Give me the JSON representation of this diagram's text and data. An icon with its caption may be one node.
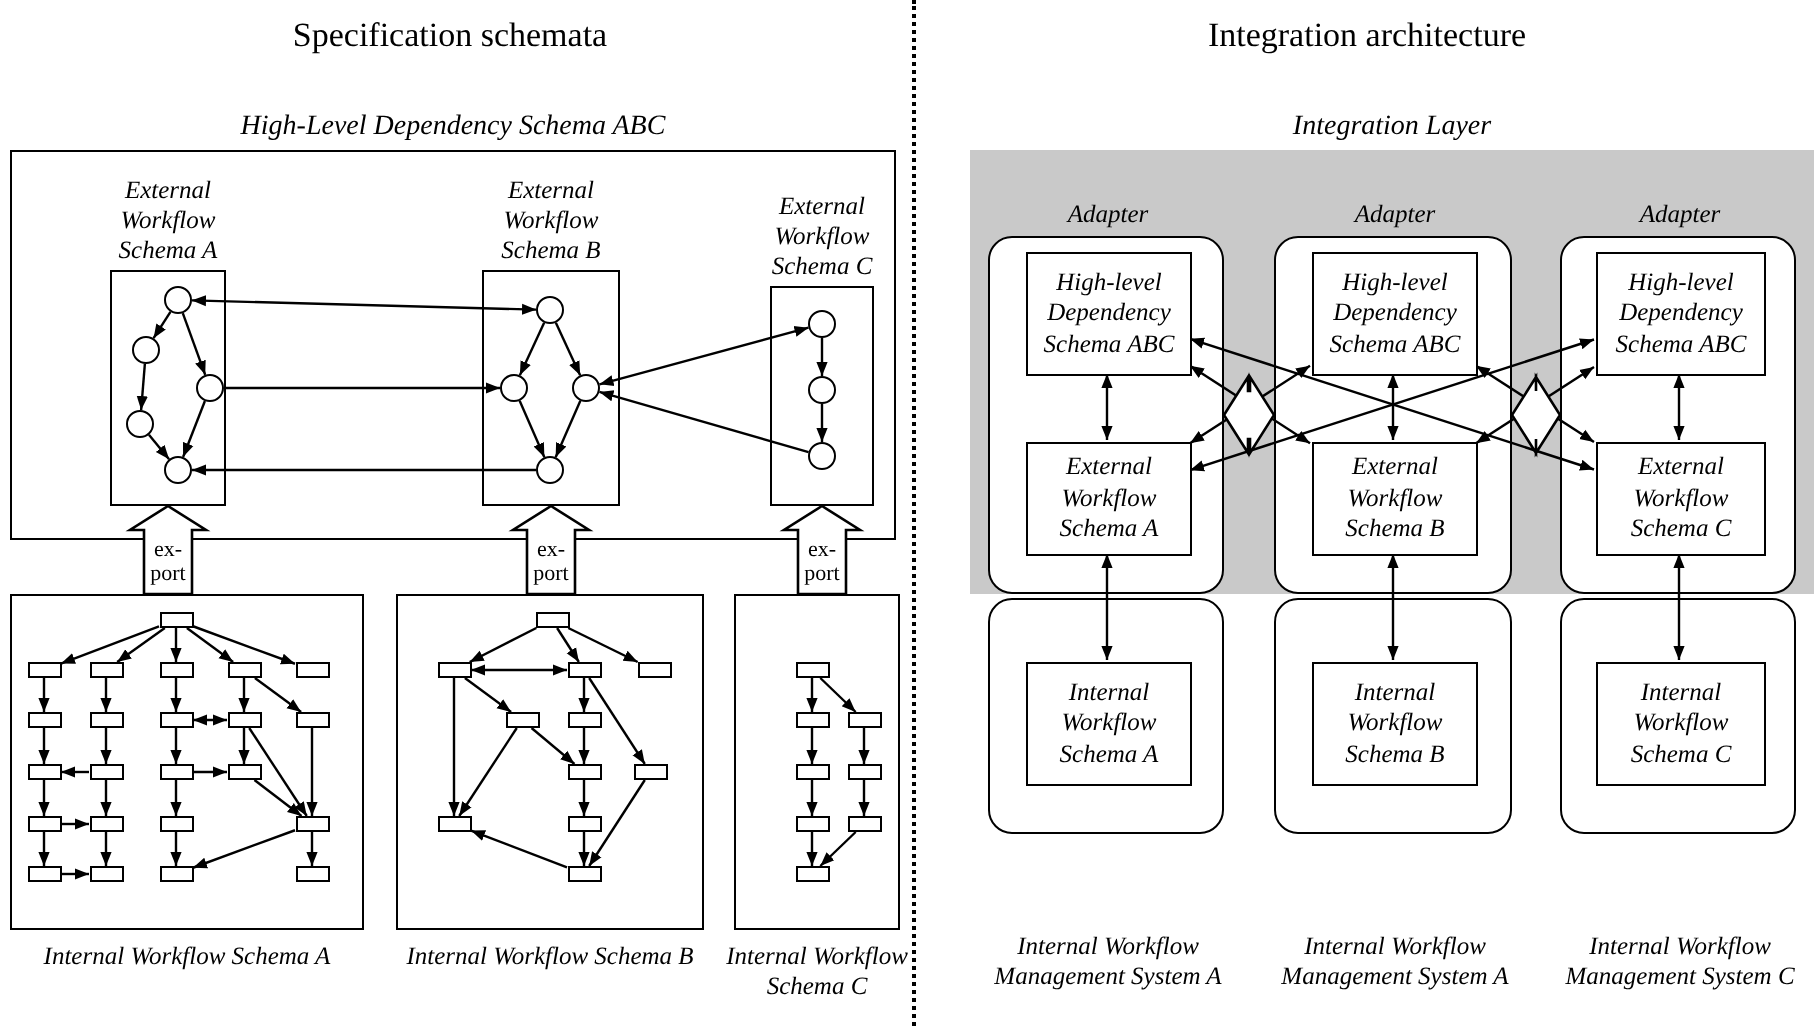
{
  "diagram": {
    "nodes": [
      {
        "text": [
          "High-Level Dependency Schema ABC"
        ]
      },
      {
        "text": [
          "External Workflow Schema A"
        ],
        "in": 0
      },
      {
        "text": [
          "External Workflow Schema B"
        ],
        "in": 0
      },
      {
        "text": [
          "External Workflow Schema C"
        ],
        "in": 0
      },
      {
        "text": [],
        "shape": "circle",
        "in": 1
      },
      {
        "text": [],
        "shape": "circle",
        "in": 1
      },
      {
        "text": [],
        "shape": "circle",
        "in": 1
      },
      {
        "text": [],
        "shape": "circle",
        "in": 1
      },
      {
        "text": [],
        "shape": "circle",
        "in": 1
      },
      {
        "text": [],
        "shape": "circle",
        "in": 2
      },
      {
        "text": [],
        "shape": "circle",
        "in": 2
      },
      {
        "text": [],
        "shape": "circle",
        "in": 2
      },
      {
        "text": [],
        "shape": "circle",
        "in": 2
      },
      {
        "text": [],
        "shape": "circle",
        "in": 3
      },
      {
        "text": [],
        "shape": "circle",
        "in": 3
      },
      {
        "text": [],
        "shape": "circle",
        "in": 3
      },
      {
        "text": [
          "Internal Workflow Schema A"
        ]
      },
      {
        "text": [
          "Internal Workflow Schema B"
        ]
      },
      {
        "text": [
          "Internal Workflow Schema C"
        ]
      },
      {
        "text": [],
        "shape": "box",
        "in": 16
      },
      {
        "text": [],
        "shape": "box",
        "in": 16
      },
      {
        "text": [],
        "shape": "box",
        "in": 16
      },
      {
        "text": [],
        "shape": "box",
        "in": 16
      },
      {
        "text": [],
        "shape": "box",
        "in": 16
      },
      {
        "text": [],
        "shape": "box",
        "in": 16
      },
      {
        "text": [],
        "shape": "box",
        "in": 16
      },
      {
        "text": [],
        "shape": "box",
        "in": 16
      },
      {
        "text": [],
        "shape": "box",
        "in": 16
      },
      {
        "text": [],
        "shape": "box",
        "in": 16
      },
      {
        "text": [],
        "shape": "box",
        "in": 16
      },
      {
        "text": [],
        "shape": "box",
        "in": 16
      },
      {
        "text": [],
        "shape": "box",
        "in": 16
      },
      {
        "text": [],
        "shape": "box",
        "in": 16
      },
      {
        "text": [],
        "shape": "box",
        "in": 16
      },
      {
        "text": [],
        "shape": "box",
        "in": 16
      },
      {
        "text": [],
        "shape": "box",
        "in": 16
      },
      {
        "text": [],
        "shape": "box",
        "in": 16
      },
      {
        "text": [],
        "shape": "box",
        "in": 16
      },
      {
        "text": [],
        "shape": "box",
        "in": 16
      },
      {
        "text": [],
        "shape": "box",
        "in": 16
      },
      {
        "text": [],
        "shape": "box",
        "in": 16
      },
      {
        "text": [],
        "shape": "box",
        "in": 16
      },
      {
        "text": [],
        "shape": "box",
        "in": 17
      },
      {
        "text": [],
        "shape": "box",
        "in": 17
      },
      {
        "text": [],
        "shape": "box",
        "in": 17
      },
      {
        "text": [],
        "shape": "box",
        "in": 17
      },
      {
        "text": [],
        "shape": "box",
        "in": 17
      },
      {
        "text": [],
        "shape": "box",
        "in": 17
      },
      {
        "text": [],
        "shape": "box",
        "in": 17
      },
      {
        "text": [],
        "shape": "box",
        "in": 17
      },
      {
        "text": [],
        "shape": "box",
        "in": 17
      },
      {
        "text": [],
        "shape": "box",
        "in": 17
      },
      {
        "text": [],
        "shape": "box",
        "in": 17
      },
      {
        "text": [],
        "shape": "box",
        "in": 18
      },
      {
        "text": [],
        "shape": "box",
        "in": 18
      },
      {
        "text": [],
        "shape": "box",
        "in": 18
      },
      {
        "text": [],
        "shape": "box",
        "in": 18
      },
      {
        "text": [],
        "shape": "box",
        "in": 18
      },
      {
        "text": [],
        "shape": "box",
        "in": 18
      },
      {
        "text": [],
        "shape": "box",
        "in": 18
      },
      {
        "text": [],
        "shape": "box",
        "in": 18
      },
      {
        "text": [
          "Integration Layer"
        ]
      },
      {
        "text": [
          "Adapter"
        ],
        "in": 61
      },
      {
        "text": [
          "High-level Dependency Schema ABC"
        ],
        "in": 62
      },
      {
        "text": [
          "External Workflow Schema A"
        ],
        "in": 62
      },
      {
        "text": [
          "Adapter"
        ],
        "in": 61
      },
      {
        "text": [
          "High-level Dependency Schema ABC"
        ],
        "in": 65
      },
      {
        "text": [
          "External Workflow Schema B"
        ],
        "in": 65
      },
      {
        "text": [
          "Adapter"
        ],
        "in": 61
      },
      {
        "text": [
          "High-level Dependency Schema ABC"
        ],
        "in": 68
      },
      {
        "text": [
          "External Workflow Schema C"
        ],
        "in": 68
      },
      {
        "text": [
          "Internal Workflow Management System A"
        ]
      },
      {
        "text": [
          "Internal Workflow Schema A"
        ],
        "in": 71
      },
      {
        "text": [
          "Internal Workflow Management System A"
        ]
      },
      {
        "text": [
          "Internal Workflow Schema B"
        ],
        "in": 73
      },
      {
        "text": [
          "Internal Workflow Management System C"
        ]
      },
      {
        "text": [
          "Internal Workflow Schema C"
        ],
        "in": 75
      }
    ],
    "edges": [
      {
        "from": 4,
        "to": 5,
        "arrow": "to"
      },
      {
        "from": 4,
        "to": 6,
        "arrow": "to"
      },
      {
        "from": 5,
        "to": 7,
        "arrow": "to"
      },
      {
        "from": 7,
        "to": 8,
        "arrow": "to"
      },
      {
        "from": 6,
        "to": 8,
        "arrow": "to"
      },
      {
        "from": 9,
        "to": 10,
        "arrow": "to"
      },
      {
        "from": 9,
        "to": 11,
        "arrow": "to"
      },
      {
        "from": 10,
        "to": 12,
        "arrow": "to"
      },
      {
        "from": 11,
        "to": 12,
        "arrow": "to"
      },
      {
        "from": 13,
        "to": 14,
        "arrow": "to"
      },
      {
        "from": 14,
        "to": 15,
        "arrow": "to"
      },
      {
        "from": 4,
        "to": 9,
        "arrow": "both"
      },
      {
        "from": 6,
        "to": 10,
        "arrow": "to"
      },
      {
        "from": 12,
        "to": 8,
        "arrow": "to"
      },
      {
        "from": 11,
        "to": 13,
        "arrow": "both"
      },
      {
        "from": 15,
        "to": 11,
        "arrow": "to"
      },
      {
        "from": 16,
        "to": 1,
        "arrow": "to",
        "label": "ex- port",
        "style": "thick"
      },
      {
        "from": 17,
        "to": 2,
        "arrow": "to",
        "label": "ex- port",
        "style": "thick"
      },
      {
        "from": 18,
        "to": 3,
        "arrow": "to",
        "label": "ex- port",
        "style": "thick"
      },
      {
        "from": 19,
        "to": 20,
        "arrow": "to"
      },
      {
        "from": 19,
        "to": 21,
        "arrow": "to"
      },
      {
        "from": 19,
        "to": 22,
        "arrow": "to"
      },
      {
        "from": 19,
        "to": 23,
        "arrow": "to"
      },
      {
        "from": 19,
        "to": 24,
        "arrow": "to"
      },
      {
        "from": 20,
        "to": 25,
        "arrow": "to"
      },
      {
        "from": 25,
        "to": 30,
        "arrow": "to"
      },
      {
        "from": 30,
        "to": 34,
        "arrow": "to"
      },
      {
        "from": 34,
        "to": 38,
        "arrow": "to"
      },
      {
        "from": 21,
        "to": 26,
        "arrow": "to"
      },
      {
        "from": 26,
        "to": 31,
        "arrow": "to"
      },
      {
        "from": 31,
        "to": 35,
        "arrow": "to"
      },
      {
        "from": 35,
        "to": 39,
        "arrow": "to"
      },
      {
        "from": 31,
        "to": 30,
        "arrow": "to"
      },
      {
        "from": 34,
        "to": 35,
        "arrow": "to"
      },
      {
        "from": 38,
        "to": 39,
        "arrow": "to"
      },
      {
        "from": 22,
        "to": 27,
        "arrow": "to"
      },
      {
        "from": 27,
        "to": 32,
        "arrow": "to"
      },
      {
        "from": 32,
        "to": 36,
        "arrow": "to"
      },
      {
        "from": 36,
        "to": 40,
        "arrow": "to"
      },
      {
        "from": 27,
        "to": 28,
        "arrow": "both"
      },
      {
        "from": 32,
        "to": 33,
        "arrow": "to"
      },
      {
        "from": 23,
        "to": 28,
        "arrow": "to"
      },
      {
        "from": 28,
        "to": 33,
        "arrow": "to"
      },
      {
        "from": 23,
        "to": 29,
        "arrow": "to"
      },
      {
        "from": 29,
        "to": 37,
        "arrow": "to"
      },
      {
        "from": 28,
        "to": 37,
        "arrow": "to"
      },
      {
        "from": 33,
        "to": 37,
        "arrow": "to"
      },
      {
        "from": 37,
        "to": 40,
        "arrow": "to"
      },
      {
        "from": 37,
        "to": 41,
        "arrow": "to"
      },
      {
        "from": 42,
        "to": 43,
        "arrow": "to"
      },
      {
        "from": 42,
        "to": 44,
        "arrow": "to"
      },
      {
        "from": 42,
        "to": 45,
        "arrow": "to"
      },
      {
        "from": 43,
        "to": 44,
        "arrow": "both"
      },
      {
        "from": 43,
        "to": 46,
        "arrow": "to"
      },
      {
        "from": 43,
        "to": 50,
        "arrow": "to"
      },
      {
        "from": 46,
        "to": 50,
        "arrow": "to"
      },
      {
        "from": 46,
        "to": 48,
        "arrow": "to"
      },
      {
        "from": 44,
        "to": 47,
        "arrow": "to"
      },
      {
        "from": 47,
        "to": 48,
        "arrow": "to"
      },
      {
        "from": 44,
        "to": 49,
        "arrow": "to"
      },
      {
        "from": 48,
        "to": 51,
        "arrow": "to"
      },
      {
        "from": 51,
        "to": 52,
        "arrow": "to"
      },
      {
        "from": 49,
        "to": 52,
        "arrow": "to"
      },
      {
        "from": 52,
        "to": 50,
        "arrow": "to"
      },
      {
        "from": 53,
        "to": 54,
        "arrow": "to"
      },
      {
        "from": 53,
        "to": 58,
        "arrow": "to"
      },
      {
        "from": 54,
        "to": 55,
        "arrow": "to"
      },
      {
        "from": 55,
        "to": 56,
        "arrow": "to"
      },
      {
        "from": 56,
        "to": 57,
        "arrow": "to"
      },
      {
        "from": 58,
        "to": 59,
        "arrow": "to"
      },
      {
        "from": 59,
        "to": 60,
        "arrow": "to"
      },
      {
        "from": 60,
        "to": 57,
        "arrow": "to"
      },
      {
        "from": 63,
        "to": 64,
        "arrow": "both"
      },
      {
        "from": 63,
        "to": 67,
        "arrow": "both"
      },
      {
        "from": 63,
        "to": 70,
        "arrow": "both"
      },
      {
        "from": 66,
        "to": 64,
        "arrow": "both"
      },
      {
        "from": 66,
        "to": 67,
        "arrow": "both"
      },
      {
        "from": 66,
        "to": 70,
        "arrow": "both"
      },
      {
        "from": 69,
        "to": 64,
        "arrow": "both"
      },
      {
        "from": 69,
        "to": 67,
        "arrow": "both"
      },
      {
        "from": 69,
        "to": 70,
        "arrow": "both"
      },
      {
        "from": 64,
        "to": 72,
        "arrow": "both"
      },
      {
        "from": 67,
        "to": 74,
        "arrow": "both"
      },
      {
        "from": 70,
        "to": 76,
        "arrow": "both"
      },
      {
        "from": 62,
        "to": 65,
        "arrow": "both",
        "style": "thick"
      },
      {
        "from": 65,
        "to": 68,
        "arrow": "both",
        "style": "thick"
      }
    ],
    "labels": [
      "Specification schemata",
      "Integration architecture"
    ]
  }
}
